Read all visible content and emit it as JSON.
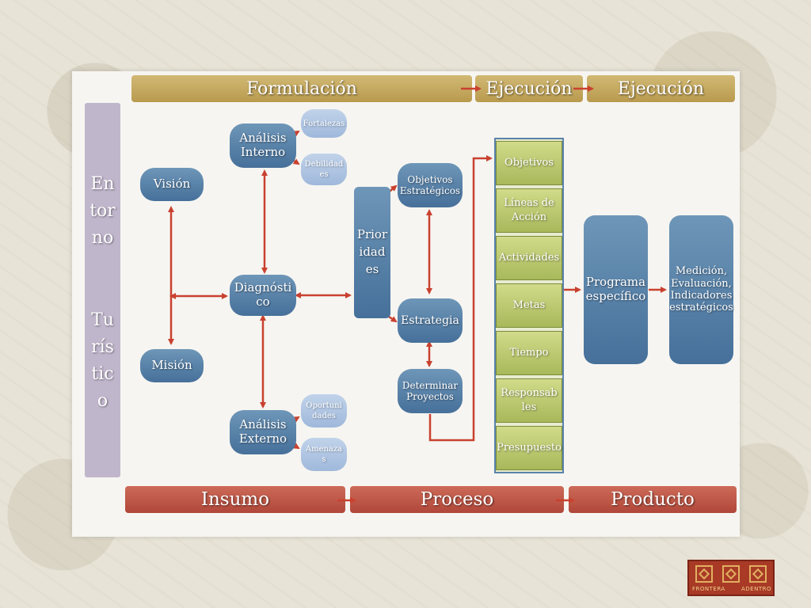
{
  "phases_top": {
    "formulacion": "Formulación",
    "ejecucion_1": "Ejecución",
    "ejecucion_2": "Ejecución"
  },
  "phases_bottom": {
    "insumo": "Insumo",
    "proceso": "Proceso",
    "producto": "Producto"
  },
  "entorno": [
    "En",
    "tor",
    "no",
    "Tu",
    "rís",
    "tic",
    "o"
  ],
  "nodes": {
    "vision": "Visión",
    "mision": "Misión",
    "analisis_interno": [
      "Análisis",
      "Interno"
    ],
    "fortalezas": "Fortalezas",
    "debilidades": [
      "Debilidad",
      "es"
    ],
    "diagnostico": [
      "Diagnósti",
      "co"
    ],
    "analisis_externo": [
      "Análisis",
      "Externo"
    ],
    "oportunidades": [
      "Oportuni",
      "dades"
    ],
    "amenazas": [
      "Amenaza",
      "s"
    ],
    "prioridades": [
      "Prior",
      "idad",
      "es"
    ],
    "objetivos_estrategicos": [
      "Objetivos",
      "Estratégicos"
    ],
    "estrategia": "Estrategia",
    "determinar_proyectos": [
      "Determinar",
      "Proyectos"
    ],
    "programa_especifico": [
      "Programa",
      "específico"
    ],
    "medicion": [
      "Medición,",
      "Evaluación,",
      "Indicadores",
      "estratégicos"
    ]
  },
  "execution_items": [
    [
      "Objetivos"
    ],
    [
      "Líneas de",
      "Acción"
    ],
    [
      "Actividades"
    ],
    [
      "Metas"
    ],
    [
      "Tiempo"
    ],
    [
      "Responsab",
      "les"
    ],
    [
      "Presupuesto"
    ]
  ],
  "colors": {
    "gold_band": "#c4a862",
    "red_band": "#bd5545",
    "entorno": "#c0b6cc",
    "node_blue": "#5a83aa",
    "node_light": "#b0c6e3",
    "exec_green": "#bccb70",
    "arrow": "#c9412f"
  },
  "logo": {
    "left_text": "FRONTERA",
    "right_text": "ADENTRO"
  }
}
